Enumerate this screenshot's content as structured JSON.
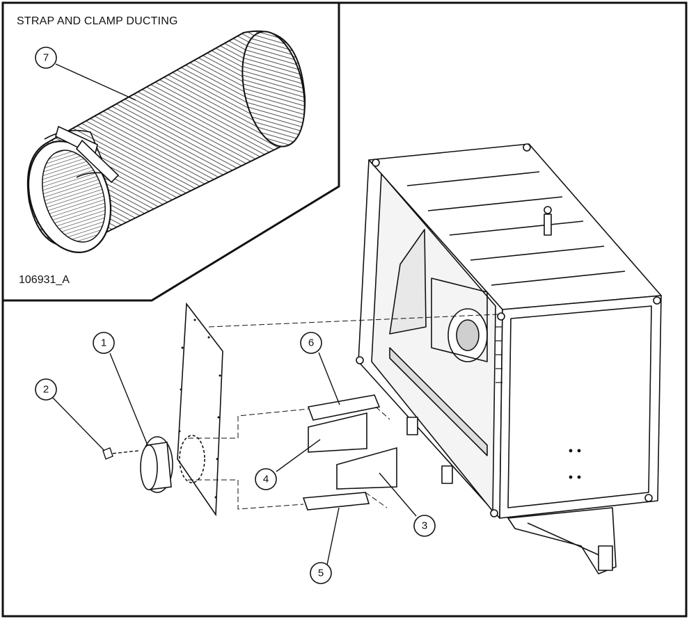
{
  "inset": {
    "title": "STRAP AND CLAMP DUCTING",
    "drawing_id": "106931_A"
  },
  "callouts": [
    {
      "id": "callout-1",
      "number": "1",
      "part": "duct collar"
    },
    {
      "id": "callout-2",
      "number": "2",
      "part": "fastener"
    },
    {
      "id": "callout-3",
      "number": "3",
      "part": "angled panel"
    },
    {
      "id": "callout-4",
      "number": "4",
      "part": "angled panel"
    },
    {
      "id": "callout-5",
      "number": "5",
      "part": "bottom flange"
    },
    {
      "id": "callout-6",
      "number": "6",
      "part": "top flange"
    },
    {
      "id": "callout-7",
      "number": "7",
      "part": "flexible ducting"
    }
  ],
  "colors": {
    "line": "#111111",
    "background": "#ffffff"
  }
}
